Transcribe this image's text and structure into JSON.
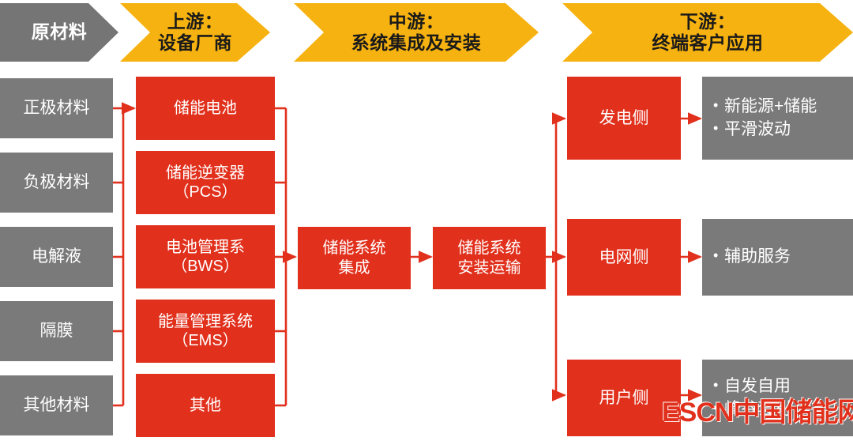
{
  "colors": {
    "gray": "#7a7a7a",
    "header_gray": "#757575",
    "gold": "#F6B210",
    "red": "#E1301C",
    "white": "#ffffff"
  },
  "headers": [
    {
      "id": "raw-materials",
      "label": "原材料",
      "style": "gray"
    },
    {
      "id": "upstream",
      "label": "上游：\n设备厂商",
      "style": "gold"
    },
    {
      "id": "midstream",
      "label": "中游：\n系统集成及安装",
      "style": "gold"
    },
    {
      "id": "downstream",
      "label": "下游：\n终端客户应用",
      "style": "gold"
    }
  ],
  "raw_materials": [
    {
      "id": "cathode",
      "label": "正极材料"
    },
    {
      "id": "anode",
      "label": "负极材料"
    },
    {
      "id": "electrolyte",
      "label": "电解液"
    },
    {
      "id": "separator",
      "label": "隔膜"
    },
    {
      "id": "other",
      "label": "其他材料"
    }
  ],
  "upstream": [
    {
      "id": "battery",
      "label": "储能电池"
    },
    {
      "id": "pcs",
      "label": "储能逆变器\n（PCS）"
    },
    {
      "id": "bms",
      "label": "电池管理系\n（BWS）"
    },
    {
      "id": "ems",
      "label": "能量管理系统\n（EMS）"
    },
    {
      "id": "other",
      "label": "其他"
    }
  ],
  "midstream": [
    {
      "id": "integration",
      "label": "储能系统\n集成"
    },
    {
      "id": "installation",
      "label": "储能系统\n安装运输"
    }
  ],
  "downstream": [
    {
      "id": "generation",
      "label": "发电侧",
      "applications": [
        "新能源+储能",
        "平滑波动"
      ]
    },
    {
      "id": "grid",
      "label": "电网侧",
      "applications": [
        "辅助服务"
      ]
    },
    {
      "id": "user",
      "label": "用户侧",
      "applications": [
        "自发自用",
        "峰谷套利"
      ]
    }
  ],
  "watermark": {
    "brand": "ESCN",
    "name": "中国储能网"
  }
}
